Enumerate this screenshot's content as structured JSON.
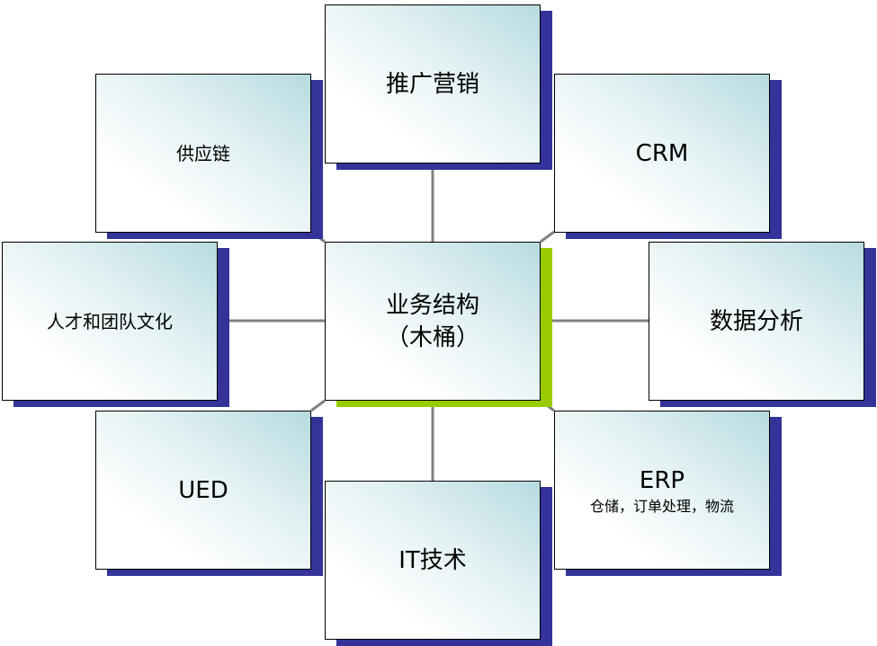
{
  "center": {
    "line1": "业务结构",
    "line2": "（木桶）"
  },
  "nodes": {
    "marketing": "推广营销",
    "supply_chain": "供应链",
    "crm": "CRM",
    "talent": "人才和团队文化",
    "data_analysis": "数据分析",
    "ued": "UED",
    "erp": "ERP",
    "erp_sub": "仓储，订单处理，物流",
    "it": "IT技术"
  },
  "colors": {
    "shadow": "#333399",
    "center_shadow": "#99cc00",
    "connector": "#808080"
  }
}
